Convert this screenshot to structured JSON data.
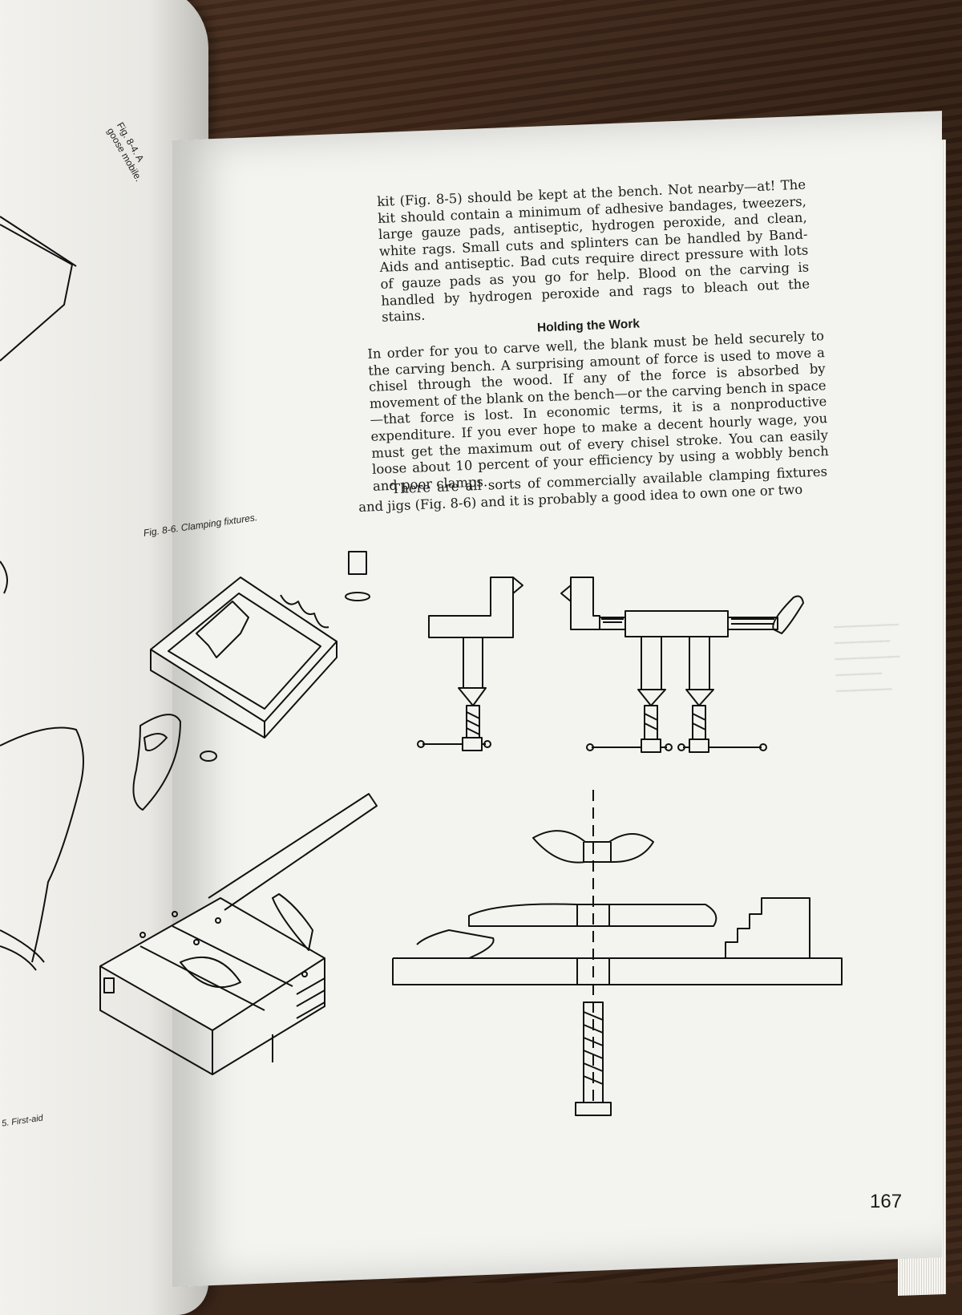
{
  "left_page": {
    "caption": "Fig. 8-4. A goose mobile.",
    "footer_caption": "5. First-aid"
  },
  "right_page": {
    "top_paragraph": "kit (Fig. 8-5) should be kept at the bench. Not nearby—at! The kit should contain a minimum of adhesive bandages, tweezers, large gauze pads, antiseptic, hydrogen peroxide, and clean, white rags. Small cuts and splinters can be handled by Band-Aids and antiseptic. Bad cuts require direct pressure with lots of gauze pads as you go for help. Blood on the carving is handled by hydrogen peroxide and rags to bleach out the stains.",
    "heading": "Holding the Work",
    "paragraph_1": "In order for you to carve well, the blank must be held securely to the carving bench. A surprising amount of force is used to move a chisel through the wood. If any of the force is absorbed by movement of the blank on the bench—or the carving bench in space—that force is lost. In economic terms, it is a nonproductive expenditure. If you ever hope to make a decent hourly wage, you must get the maximum out of every chisel stroke. You can easily loose about 10 percent of your efficiency by using a wobbly bench and poor clamps.",
    "paragraph_2": "There are all sorts of commercially available clamping fixtures and jigs (Fig. 8-6) and it is probably a good idea to own one or two",
    "figure_caption": "Fig. 8-6. Clamping fixtures.",
    "page_number": "167"
  }
}
